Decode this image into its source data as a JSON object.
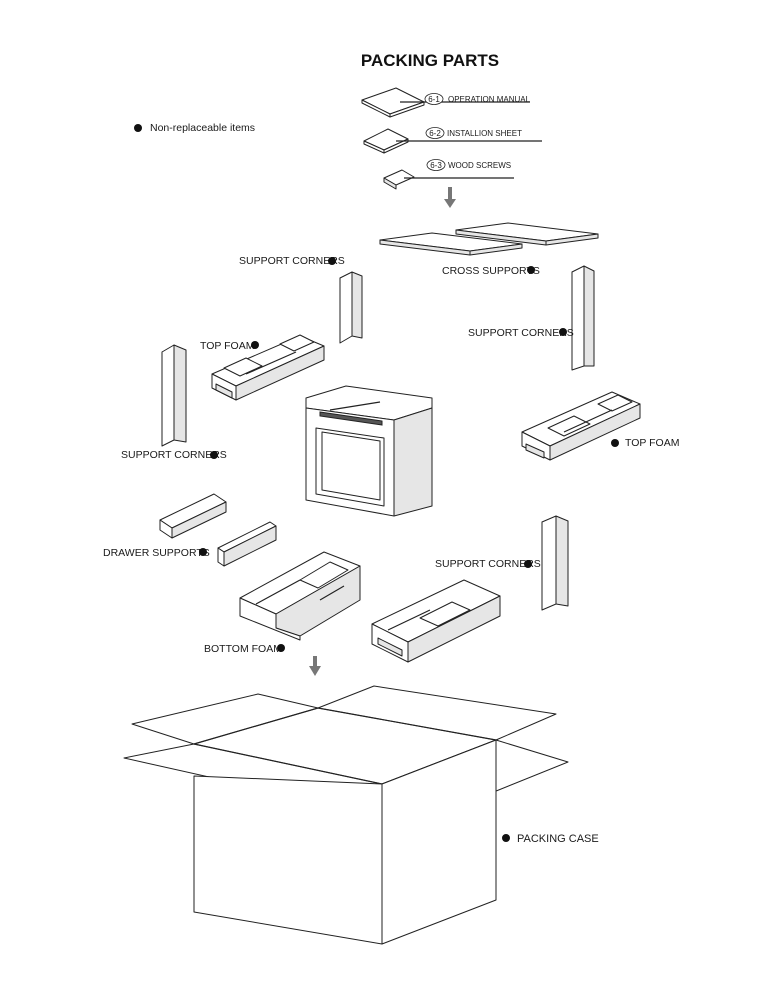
{
  "title": "PACKING PARTS",
  "legend": "Non-replaceable items",
  "parts": {
    "p61": {
      "code": "6-1",
      "label": "OPERATION MANUAL"
    },
    "p62": {
      "code": "6-2",
      "label": "INSTALLION SHEET"
    },
    "p63": {
      "code": "6-3",
      "label": "WOOD SCREWS"
    }
  },
  "labels": {
    "support_corners_1": "SUPPORT CORNERS",
    "cross_supports": "CROSS SUPPORTS",
    "support_corners_2": "SUPPORT CORNERS",
    "top_foam_left": "TOP FOAM",
    "top_foam_right": "TOP FOAM",
    "support_corners_3": "SUPPORT CORNERS",
    "drawer_supports": "DRAWER SUPPORTS",
    "support_corners_4": "SUPPORT CORNERS",
    "bottom_foam": "BOTTOM FOAM",
    "packing_case": "PACKING CASE"
  },
  "icons": {
    "bullet": "filled-circle-icon",
    "arrow": "down-arrow-icon"
  }
}
